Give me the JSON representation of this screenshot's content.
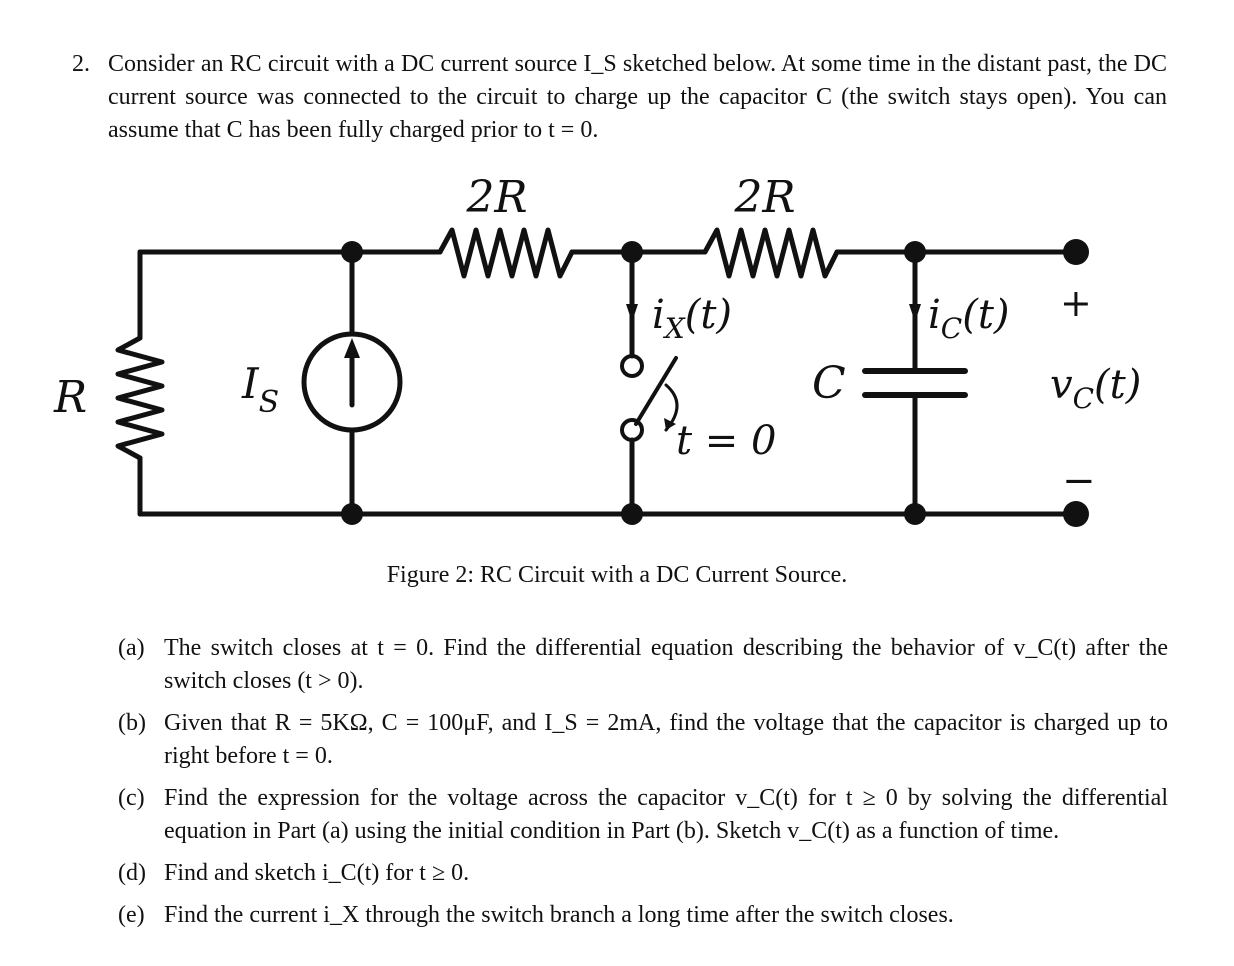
{
  "problem": {
    "number": "2.",
    "text": "Consider an RC circuit with a DC current source I_S sketched below. At some time in the distant past, the DC current source was connected to the circuit to charge up the capacitor C (the switch stays open). You can assume that C has been fully charged prior to t = 0."
  },
  "circuit": {
    "labels": {
      "r_top_left": "2R",
      "r_top_right": "2R",
      "r_left": "R",
      "source": "I",
      "source_sub": "S",
      "switch_current": "i",
      "switch_current_sub": "X",
      "switch_current_arg": "(t)",
      "switch_time": "t = 0",
      "capacitor": "C",
      "cap_current": "i",
      "cap_current_sub": "C",
      "cap_current_arg": "(t)",
      "plus": "+",
      "minus": "−",
      "voltage": "v",
      "voltage_sub": "C",
      "voltage_arg": "(t)"
    }
  },
  "caption": "Figure 2: RC Circuit with a DC Current Source.",
  "parts": [
    {
      "label": "(a)",
      "text": "The switch closes at t = 0. Find the differential equation describing the behavior of v_C(t) after the switch closes (t > 0)."
    },
    {
      "label": "(b)",
      "text": "Given that R = 5KΩ, C = 100μF, and I_S = 2mA, find the voltage that the capacitor is charged up to right before t = 0."
    },
    {
      "label": "(c)",
      "text": "Find the expression for the voltage across the capacitor v_C(t) for t ≥ 0 by solving the differential equation in Part (a) using the initial condition in Part (b). Sketch v_C(t) as a function of time."
    },
    {
      "label": "(d)",
      "text": "Find and sketch i_C(t) for t ≥ 0."
    },
    {
      "label": "(e)",
      "text": "Find the current i_X through the switch branch a long time after the switch closes."
    }
  ]
}
